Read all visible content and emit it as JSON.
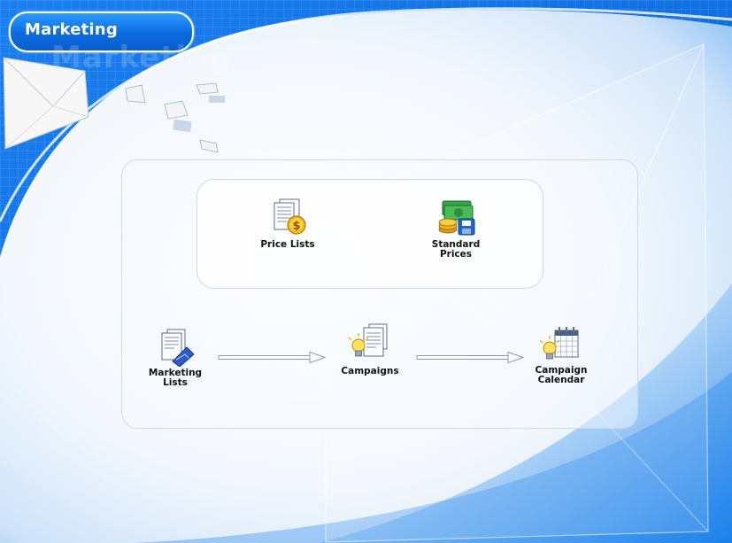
{
  "header": {
    "title": "Marketing",
    "watermark": "Marketing"
  },
  "tiles": {
    "price_lists": "Price Lists",
    "standard_prices": "Standard\nPrices",
    "marketing_lists": "Marketing\nLists",
    "campaigns": "Campaigns",
    "campaign_calendar": "Campaign\nCalendar"
  },
  "colors": {
    "background_blue": "#0a72e0",
    "title_bar": "#0a6ae0",
    "label_text": "#111111"
  },
  "icons": {
    "price_lists": "document-dollar-icon",
    "standard_prices": "money-coins-disk-icon",
    "marketing_lists": "document-envelope-icon",
    "campaigns": "documents-lightbulb-icon",
    "campaign_calendar": "calendar-lightbulb-icon"
  }
}
